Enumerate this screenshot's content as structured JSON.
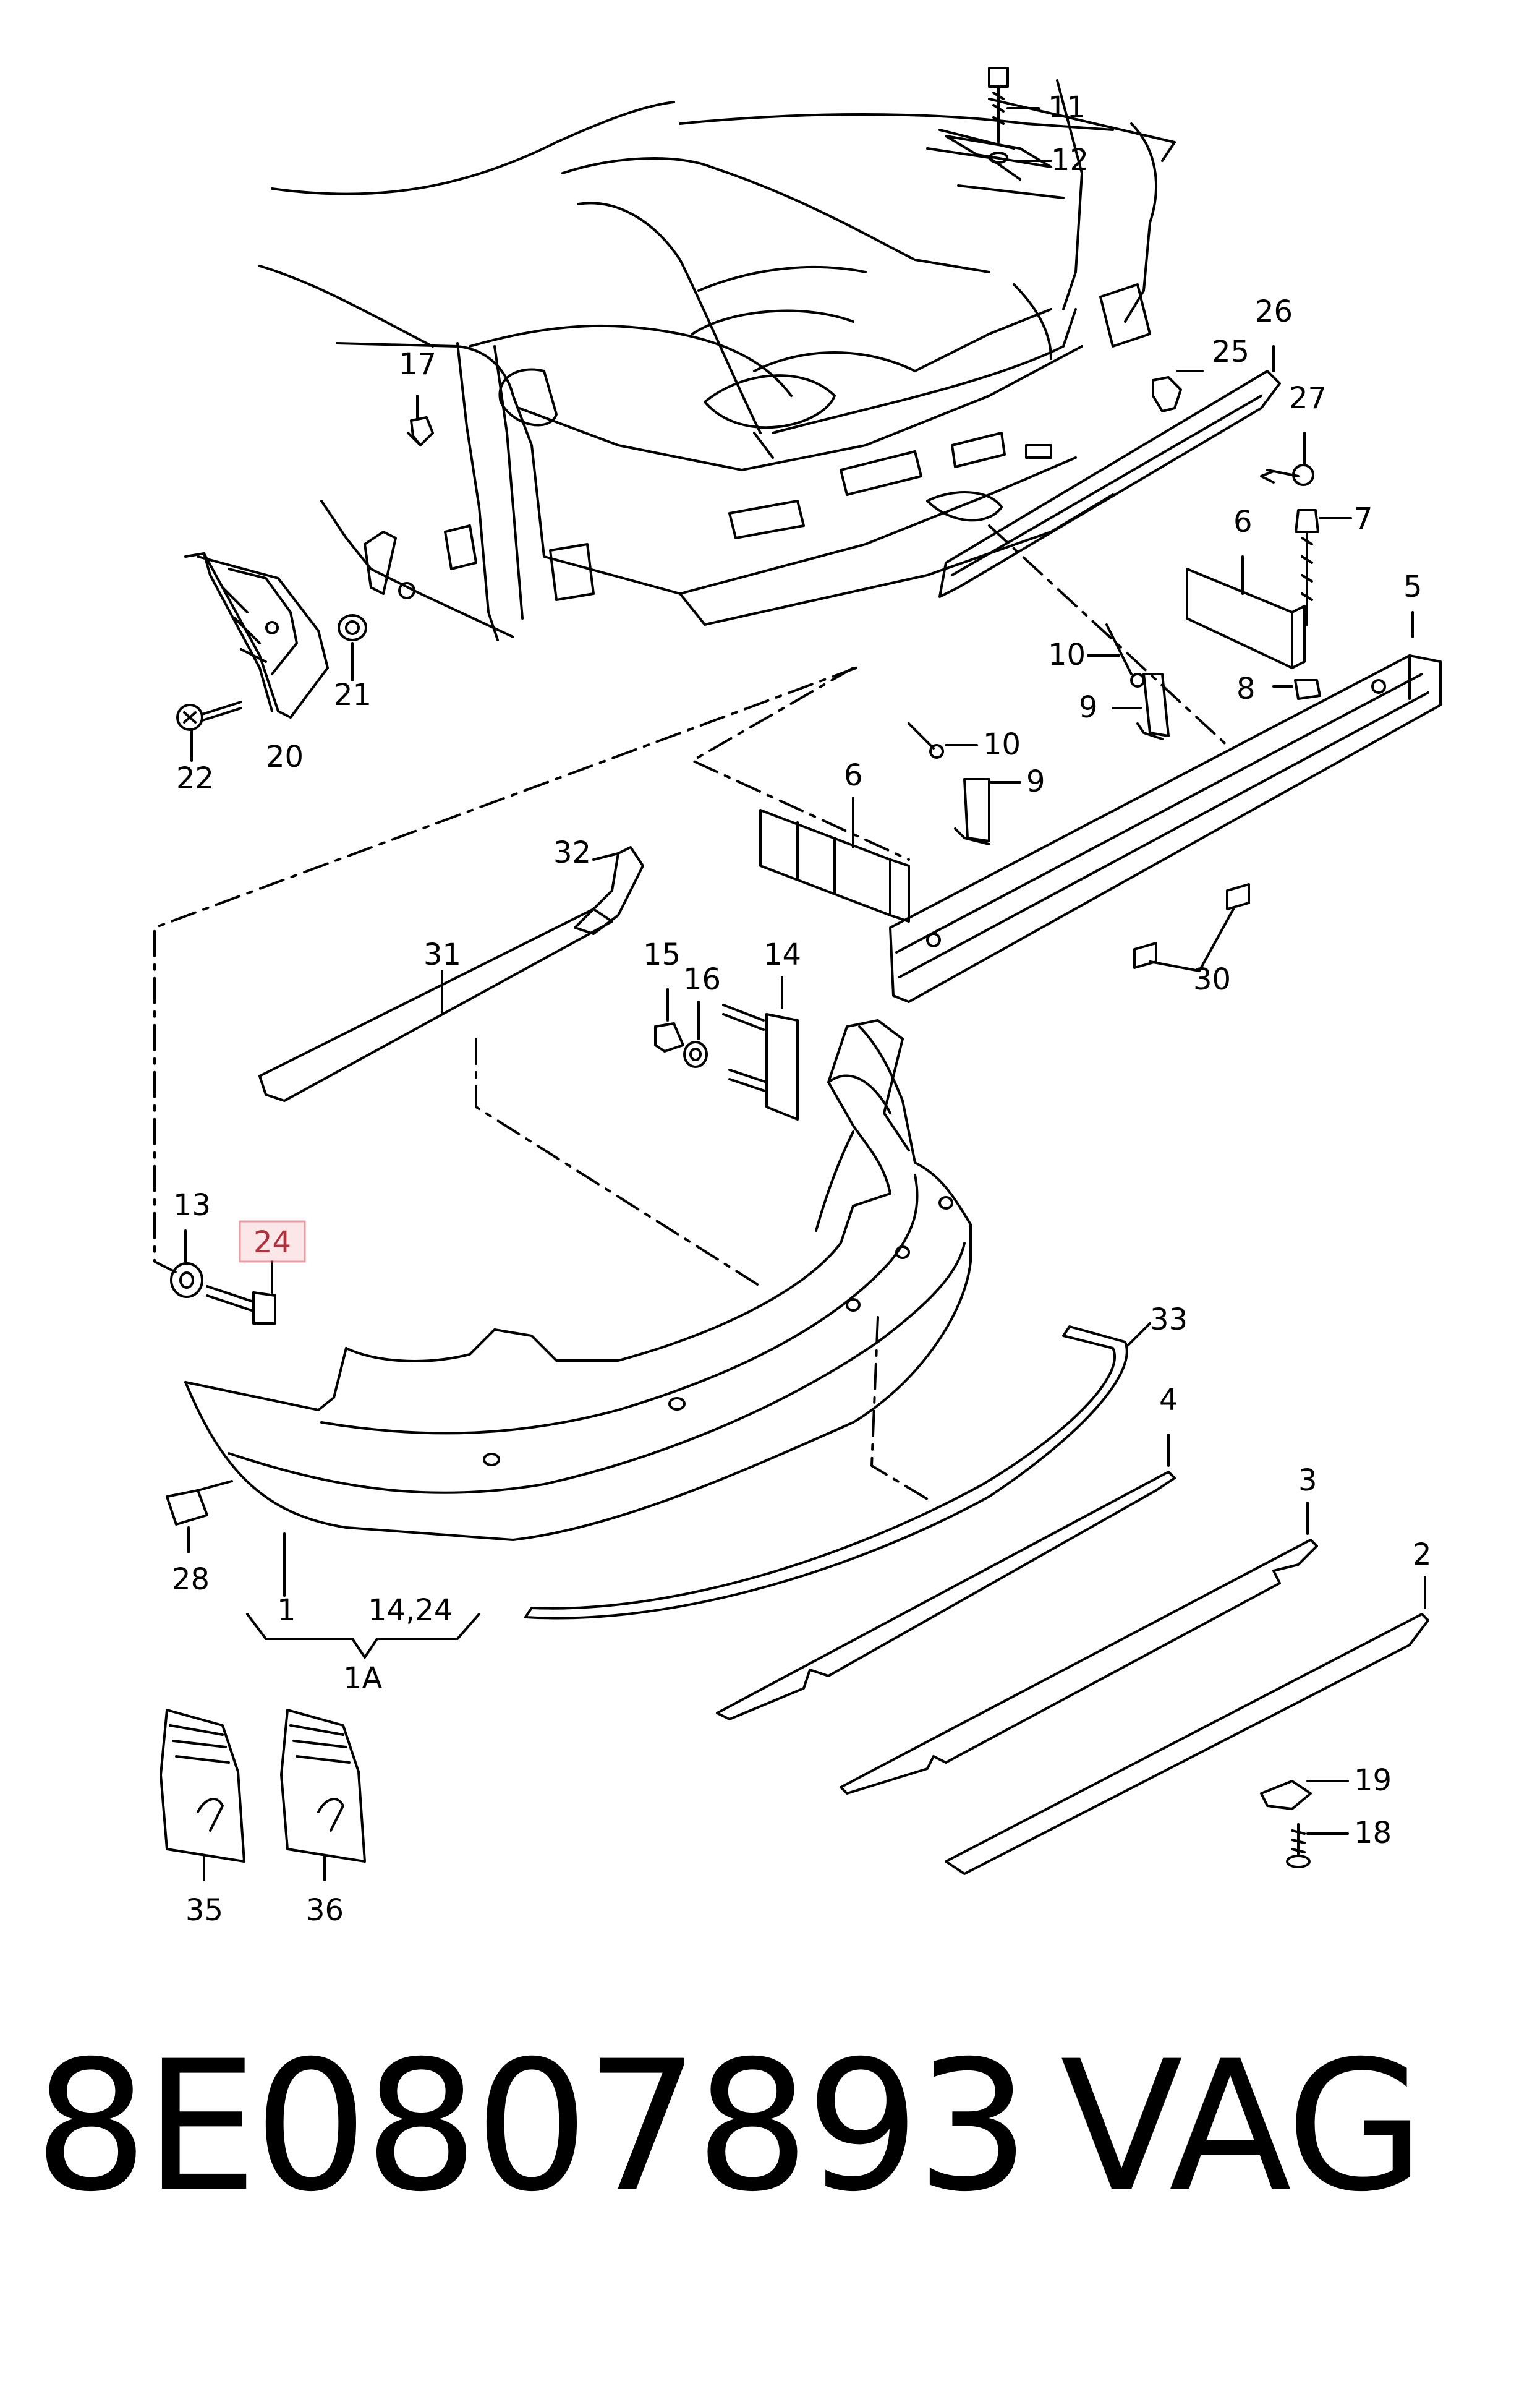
{
  "diagram": {
    "callouts": {
      "c1": "1",
      "c2": "2",
      "c3": "3",
      "c4": "4",
      "c5": "5",
      "c6a": "6",
      "c6b": "6",
      "c7": "7",
      "c8": "8",
      "c9a": "9",
      "c9b": "9",
      "c10a": "10",
      "c10b": "10",
      "c11": "11",
      "c12": "12",
      "c13": "13",
      "c14": "14",
      "c15": "15",
      "c16": "16",
      "c17": "17",
      "c18": "18",
      "c19": "19",
      "c20": "20",
      "c21": "21",
      "c22": "22",
      "c24": "24",
      "c25": "25",
      "c26": "26",
      "c27": "27",
      "c28": "28",
      "c30": "30",
      "c31": "31",
      "c32": "32",
      "c33": "33",
      "c35": "35",
      "c36": "36",
      "c14_24": "14,24",
      "c1A": "1A"
    },
    "highlighted_callout": "24",
    "highlight_color": "#e05a66",
    "line_color": "#000000"
  },
  "footer": {
    "part_number": "8E0807893",
    "brand": "VAG"
  }
}
